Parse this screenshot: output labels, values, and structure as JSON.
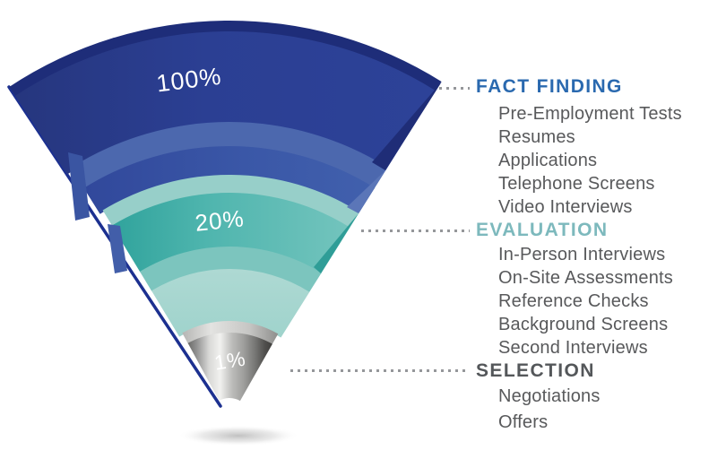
{
  "chart_data": {
    "type": "funnel",
    "title": "",
    "layout_hint": "inverted 3D cone funnel on left; stage headings with dotted leader lines and item lists on right",
    "values": [
      100,
      20,
      1
    ],
    "stages": [
      {
        "heading": "FACT FINDING",
        "percent": "100%",
        "value": 100,
        "band_color": "#2b3e92",
        "heading_color": "#2a69af",
        "items": [
          "Pre-Employment Tests",
          "Resumes",
          "Applications",
          "Telephone Screens",
          "Video Interviews"
        ]
      },
      {
        "heading": "EVALUATION",
        "percent": "20%",
        "value": 20,
        "band_color": "#4fb4ad",
        "heading_color": "#7db9bd",
        "items": [
          "In-Person Interviews",
          "On-Site Assessments",
          "Reference Checks",
          "Background Screens",
          "Second Interviews"
        ]
      },
      {
        "heading": "SELECTION",
        "percent": "1%",
        "value": 1,
        "band_color": "#9b9b99",
        "heading_color": "#54575a",
        "items": [
          "Negotiations",
          "Offers"
        ]
      }
    ],
    "item_text_color": "#58595b",
    "leader_dot_color": "#95979a",
    "background": "#ffffff"
  }
}
